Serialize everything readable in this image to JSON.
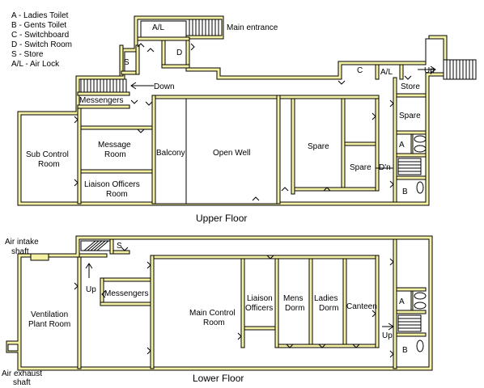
{
  "legend": [
    "A - Ladies Toilet",
    "B - Gents Toilet",
    "C - Switchboard",
    "D - Switch Room",
    "S - Store",
    "A/L - Air Lock"
  ],
  "upper": {
    "caption": "Upper Floor",
    "main_entrance": "Main entrance",
    "down": "Down",
    "up": "Up",
    "dn": "D'n",
    "al_top": "A/L",
    "d": "D",
    "s": "S",
    "c": "C",
    "al_right": "A/L",
    "store": "Store",
    "spare_right": "Spare",
    "a": "A",
    "b": "B",
    "messengers": "Messengers",
    "sub_control": [
      "Sub Control",
      "Room"
    ],
    "message_room": [
      "Message",
      "Room"
    ],
    "liaison_room": [
      "Liaison Officers",
      "Room"
    ],
    "balcony": "Balcony",
    "open_well": "Open Well",
    "spare_big": "Spare",
    "spare_small": "Spare"
  },
  "lower": {
    "caption": "Lower Floor",
    "air_intake": [
      "Air intake",
      "shaft"
    ],
    "air_exhaust": [
      "Air exhaust",
      "shaft"
    ],
    "s": "S",
    "up_left": "Up",
    "up_right": "Up",
    "messengers": "Messengers",
    "ventilation": [
      "Ventilation",
      "Plant Room"
    ],
    "main_control": [
      "Main Control",
      "Room"
    ],
    "liaison": [
      "Liaison",
      "Officers"
    ],
    "mens": [
      "Mens",
      "Dorm"
    ],
    "ladies": [
      "Ladies",
      "Dorm"
    ],
    "canteen": "Canteen",
    "a": "A",
    "b": "B"
  }
}
